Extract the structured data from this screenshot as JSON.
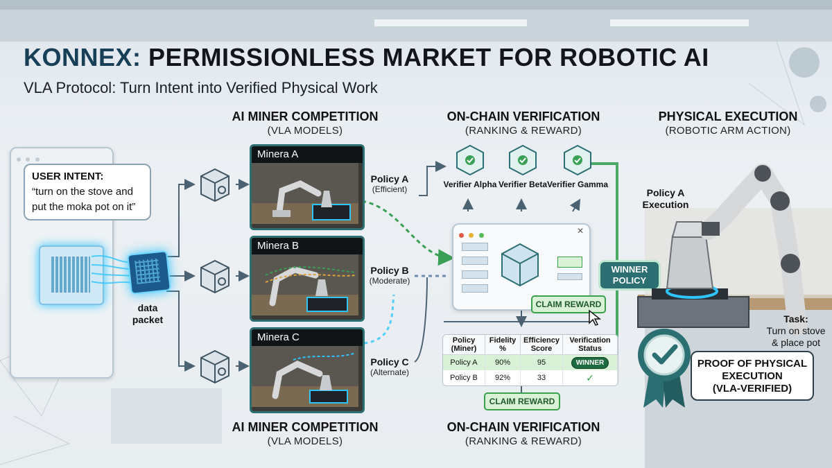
{
  "header": {
    "title_brand": "KONNEX:",
    "title_rest": "PERMISSIONLESS MARKET FOR ROBOTIC AI",
    "subtitle": "VLA Protocol: Turn Intent into Verified Physical Work"
  },
  "sections": {
    "miner_top": {
      "heading": "AI MINER COMPETITION",
      "sub": "(VLA MODELS)"
    },
    "verify_top": {
      "heading": "ON-CHAIN VERIFICATION",
      "sub": "(RANKING & REWARD)"
    },
    "exec_top": {
      "heading": "PHYSICAL EXECUTION",
      "sub": "(ROBOTIC ARM ACTION)"
    },
    "miner_bottom": {
      "heading": "AI MINER COMPETITION",
      "sub": "(VLA MODELS)"
    },
    "verify_bottom": {
      "heading": "ON-CHAIN VERIFICATION",
      "sub": "(RANKING & REWARD)"
    }
  },
  "intent": {
    "label": "USER INTENT:",
    "line1": "“turn on the stove and",
    "line2": "put the moka pot on it”"
  },
  "data_packet": {
    "line1": "data",
    "line2": "packet"
  },
  "miners": [
    {
      "name": "Minera A",
      "policy": "Policy A",
      "note": "(Efficient)"
    },
    {
      "name": "Minera B",
      "policy": "Policy B",
      "note": "(Moderate)"
    },
    {
      "name": "Minera C",
      "policy": "Policy C",
      "note": "(Alternate)"
    }
  ],
  "verifiers": [
    "Verifier Alpha",
    "Verifier Beta",
    "Verifier Gamma"
  ],
  "claim_reward_label": "CLAIM REWARD",
  "table": {
    "headers": [
      "Policy (Miner)",
      "Fidelity %",
      "Efficiency Score",
      "Verification Status"
    ],
    "rows": [
      {
        "policy": "Policy A",
        "fidelity": "90%",
        "efficiency": "95",
        "status": "WINNER"
      },
      {
        "policy": "Policy B",
        "fidelity": "92%",
        "efficiency": "33",
        "status": "check"
      }
    ]
  },
  "winner_badge": {
    "line1": "WINNER",
    "line2": "POLICY"
  },
  "execution": {
    "policy_line1": "Policy A",
    "policy_line2": "Execution",
    "task_label": "Task:",
    "task_line1": "Turn on stove",
    "task_line2": "& place pot"
  },
  "proof": {
    "line1": "PROOF OF PHYSICAL",
    "line2": "EXECUTION",
    "line3": "(VLA-VERIFIED)"
  },
  "colors": {
    "teal": "#2b6f72",
    "brand": "#173f58",
    "green": "#38a14a",
    "blue_glow": "#2ec5ff"
  }
}
